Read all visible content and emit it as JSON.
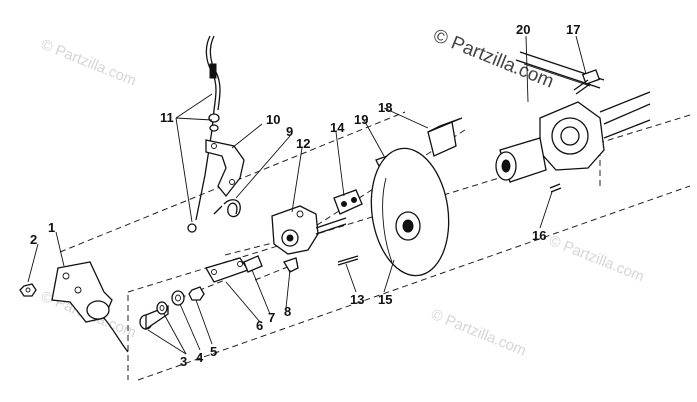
{
  "watermarks": {
    "top_left": "© Partzilla.com",
    "top_right": "© Partzilla.com",
    "bottom_left": "© Partzilla.com",
    "bottom_right": "© Partzilla.com",
    "bottom_far_right": "© Partzilla.com"
  },
  "callouts": {
    "c1": "1",
    "c2": "2",
    "c3": "3",
    "c4": "4",
    "c5": "5",
    "c6": "6",
    "c7": "7",
    "c8": "8",
    "c9": "9",
    "c10": "10",
    "c11": "11",
    "c12": "12",
    "c13": "13",
    "c14": "14",
    "c15": "15",
    "c16": "16",
    "c17": "17",
    "c18": "18",
    "c19": "19",
    "c20": "20"
  }
}
